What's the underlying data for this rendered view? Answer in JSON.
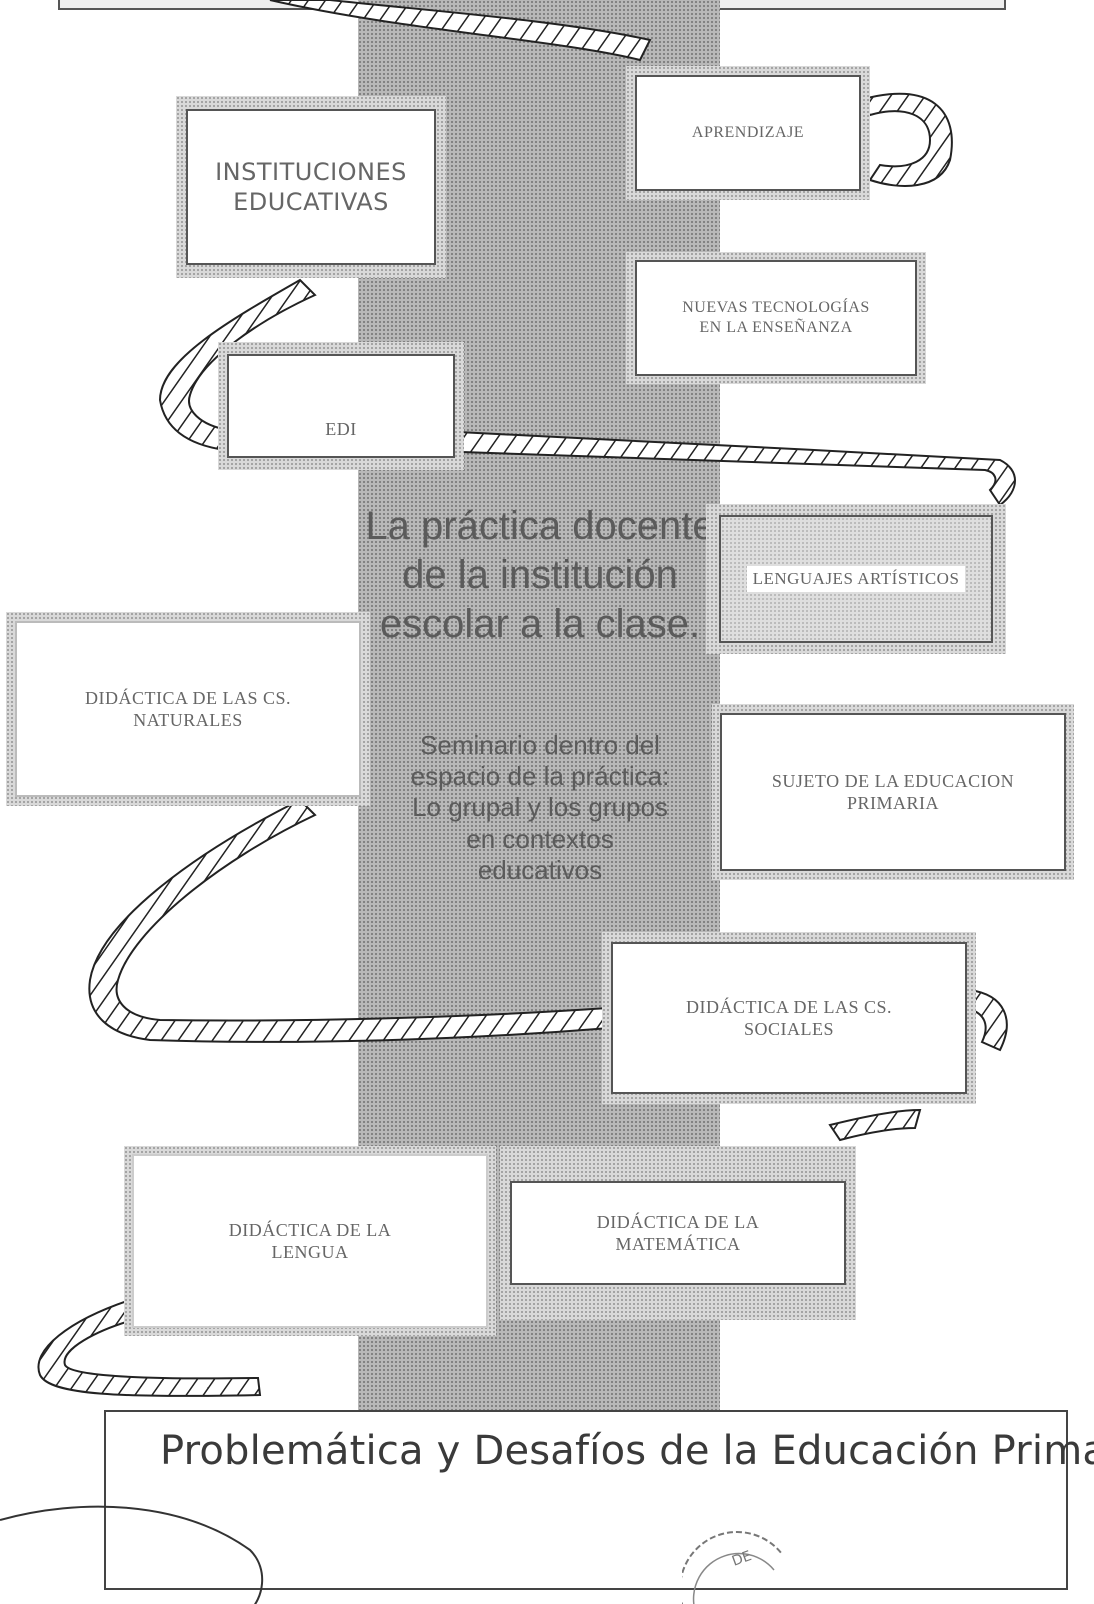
{
  "diagram": {
    "center": {
      "title": "La práctica docente\nde la institución\nescolar a la clase.",
      "subtitle": "Seminario dentro del\nespacio de la práctica:\nLo grupal y los grupos\nen contextos\neducativos"
    },
    "nodes": {
      "instituciones": "INSTITUCIONES\nEDUCATIVAS",
      "aprendizaje": "APRENDIZAJE",
      "nuevas_tecnologias": "NUEVAS TECNOLOGÍAS\nEN LA ENSEÑANZA",
      "edi": "EDI",
      "lenguajes": "LENGUAJES ARTÍSTICOS",
      "naturales": "DIDÁCTICA DE LAS CS.\nNATURALES",
      "sujeto": "SUJETO DE LA EDUCACION\nPRIMARIA",
      "sociales": "DIDÁCTICA DE LAS CS.\nSOCIALES",
      "lengua": "DIDÁCTICA DE LA\nLENGUA",
      "matematica": "DIDÁCTICA DE LA\nMATEMÁTICA"
    },
    "footer_title": "Problemática y Desafíos de la Educación Primaria",
    "stamp_text": "DE"
  }
}
